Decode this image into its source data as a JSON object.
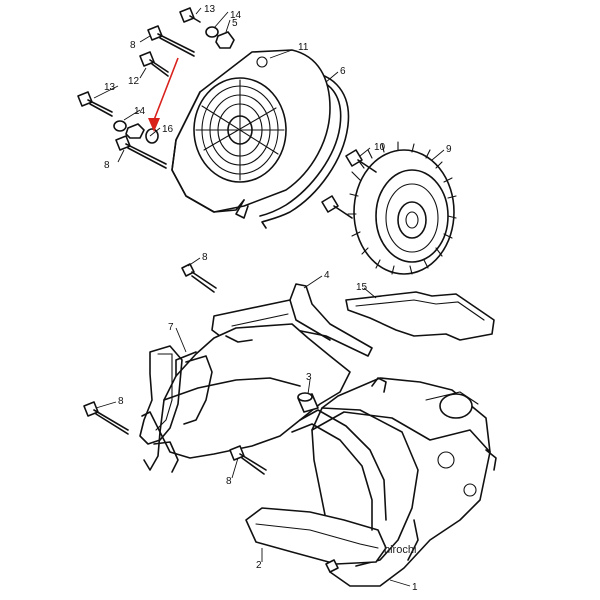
{
  "labels": {
    "l13a": "13",
    "l14a": "14",
    "l5": "5",
    "l8a": "8",
    "l11": "11",
    "l6": "6",
    "l12": "12",
    "l13b": "13",
    "l14b": "14",
    "l16": "16",
    "l8b": "8",
    "l10": "10",
    "l9": "9",
    "l8c": "8",
    "l4": "4",
    "l15": "15",
    "l7": "7",
    "l3": "3",
    "l8d": "8",
    "l8e": "8",
    "l2": "2",
    "l1": "1"
  },
  "watermark": "hirochi",
  "colors": {
    "arrow": "#d9211c",
    "line": "#111111"
  }
}
